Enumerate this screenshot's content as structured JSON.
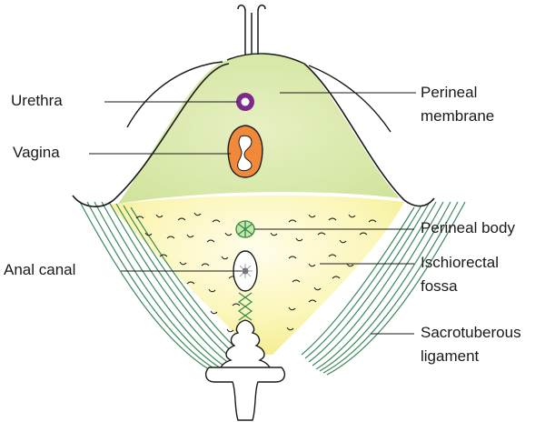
{
  "labels": {
    "urethra": "Urethra",
    "vagina": "Vagina",
    "anal_canal": "Anal canal",
    "perineal_membrane": [
      "Perineal",
      "membrane"
    ],
    "perineal_body": "Perineal body",
    "ischiorectal_fossa": [
      "Ischiorectal",
      "fossa"
    ],
    "sacrotuberous_ligament": [
      "Sacrotuberous",
      "ligament"
    ]
  },
  "colors": {
    "perineal_membrane_fill": "#d6e8a4",
    "fossa_fill": "#fbf7b4",
    "fossa_center": "#fffde6",
    "ligament": "#3a8a5a",
    "urethra_ring": "#7b2a8a",
    "vagina_fill": "#f08a3a",
    "outline": "#1a1a1a"
  }
}
